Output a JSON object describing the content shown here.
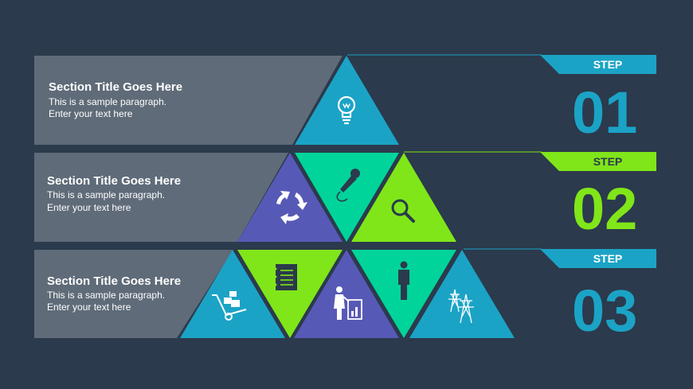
{
  "colors": {
    "background": "#2b3a4c",
    "panel": "#5f6b78",
    "blue": "#1ba3c6",
    "green": "#80e619",
    "teal": "#00d49a",
    "purple": "#5759b6",
    "white": "#ffffff"
  },
  "steps": [
    {
      "title": "Section Title Goes Here",
      "line1": "This is a sample paragraph.",
      "line2": "Enter your text here",
      "step_label": "STEP",
      "number": "01",
      "accent": "#1ba3c6"
    },
    {
      "title": "Section Title Goes Here",
      "line1": "This is a sample paragraph.",
      "line2": "Enter your text here",
      "step_label": "STEP",
      "number": "02",
      "accent": "#80e619"
    },
    {
      "title": "Section Title Goes Here",
      "line1": "This is a sample paragraph.",
      "line2": "Enter your text here",
      "step_label": "STEP",
      "number": "03",
      "accent": "#1ba3c6"
    }
  ],
  "icons": [
    "lightbulb-icon",
    "recycle-arrows-icon",
    "microphone-icon",
    "magnifier-icon",
    "hand-truck-icon",
    "notebook-icon",
    "presenter-icon",
    "person-icon",
    "power-tower-icon"
  ]
}
